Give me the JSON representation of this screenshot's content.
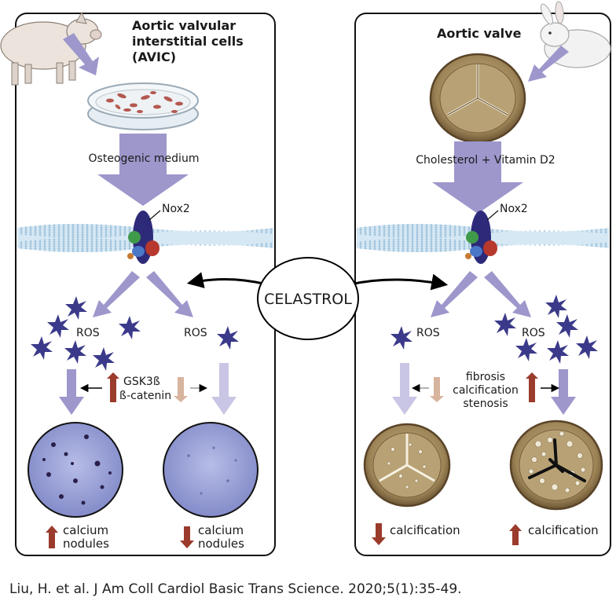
{
  "left_panel": {
    "title_line1": "Aortic valvular",
    "title_line2": "interstitial cells",
    "title_line3": "(AVIC)",
    "medium_label": "Osteogenic medium",
    "nox_label": "Nox2",
    "ros_left": "ROS",
    "ros_right": "ROS",
    "pathway_line1": "GSK3ß",
    "pathway_line2": "ß-catenin",
    "outcome_left_line1": "calcium",
    "outcome_left_line2": "nodules",
    "outcome_right_line1": "calcium",
    "outcome_right_line2": "nodules"
  },
  "center": {
    "drug_label": "CELASTROL"
  },
  "right_panel": {
    "title": "Aortic valve",
    "treatment_label": "Cholesterol + Vitamin D2",
    "nox_label": "Nox2",
    "ros_left": "ROS",
    "ros_right": "ROS",
    "effect_line1": "fibrosis",
    "effect_line2": "calcification",
    "effect_line3": "stenosis",
    "outcome_left": "calcification",
    "outcome_right": "calcification"
  },
  "citation": "Liu, H. et al. J Am Coll Cardiol Basic Trans Science. 2020;5(1):35-49.",
  "colors": {
    "arrow_purple": "#9d97cc",
    "arrow_light": "#c9c5e4",
    "up_red": "#9b3b2c",
    "down_tan": "#d7b49e",
    "ros_star": "#3b3a8a",
    "membrane": "#b8d6ea"
  }
}
